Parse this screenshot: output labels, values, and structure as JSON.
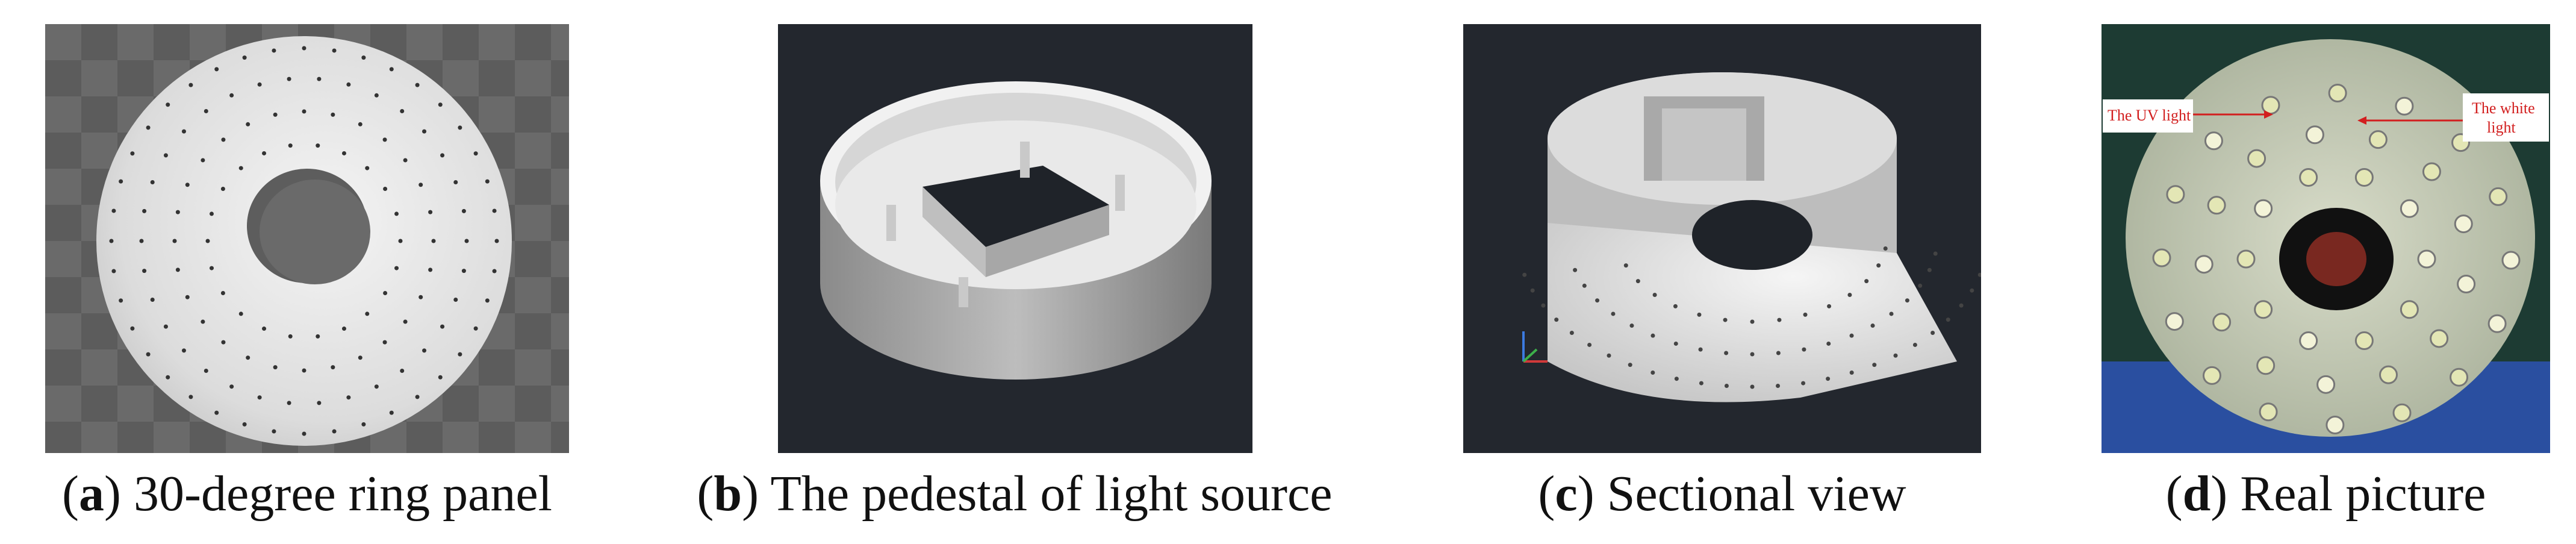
{
  "panels": [
    {
      "letter": "a",
      "caption": " 30-degree ring panel"
    },
    {
      "letter": "b",
      "caption": " The pedestal of light source"
    },
    {
      "letter": "c",
      "caption": " Sectional view"
    },
    {
      "letter": "d",
      "caption": " Real picture",
      "annotations": {
        "uv": "The UV light",
        "white_line1": "The white",
        "white_line2": "light"
      }
    }
  ]
}
